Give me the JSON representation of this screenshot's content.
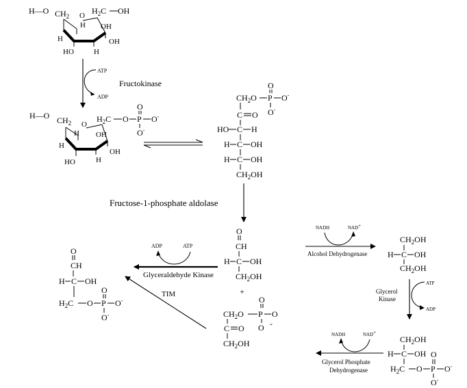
{
  "enzymes": {
    "fructokinase": "Fructokinase",
    "aldolase": "Fructose-1-phosphate aldolase",
    "glyceraldehyde_kinase": "Glyceraldehyde Kinase",
    "tim": "TIM",
    "alcohol_dehydrogenase": "Alcohol Dehydrogenase",
    "glycerol_kinase_line1": "Glycerol",
    "glycerol_kinase_line2": "Kinase",
    "g3p_dehydrogenase_line1": "Glycerol Phosphate",
    "g3p_dehydrogenase_line2": "Dehydrogenase"
  },
  "cofactors": {
    "atp": "ATP",
    "adp": "ADP",
    "nadh": "NADH",
    "nad": "NAD",
    "nad_sup": "+"
  },
  "labels": {
    "plus": "+",
    "minus": "-",
    "h_o": "H—O",
    "ch2": "CH",
    "h2c": "H",
    "oh": "OH",
    "h": "H",
    "ho": "HO",
    "o": "O",
    "p": "P",
    "c": "C",
    "o_minus": "O",
    "sup_minus": "-",
    "sub2": "2"
  }
}
